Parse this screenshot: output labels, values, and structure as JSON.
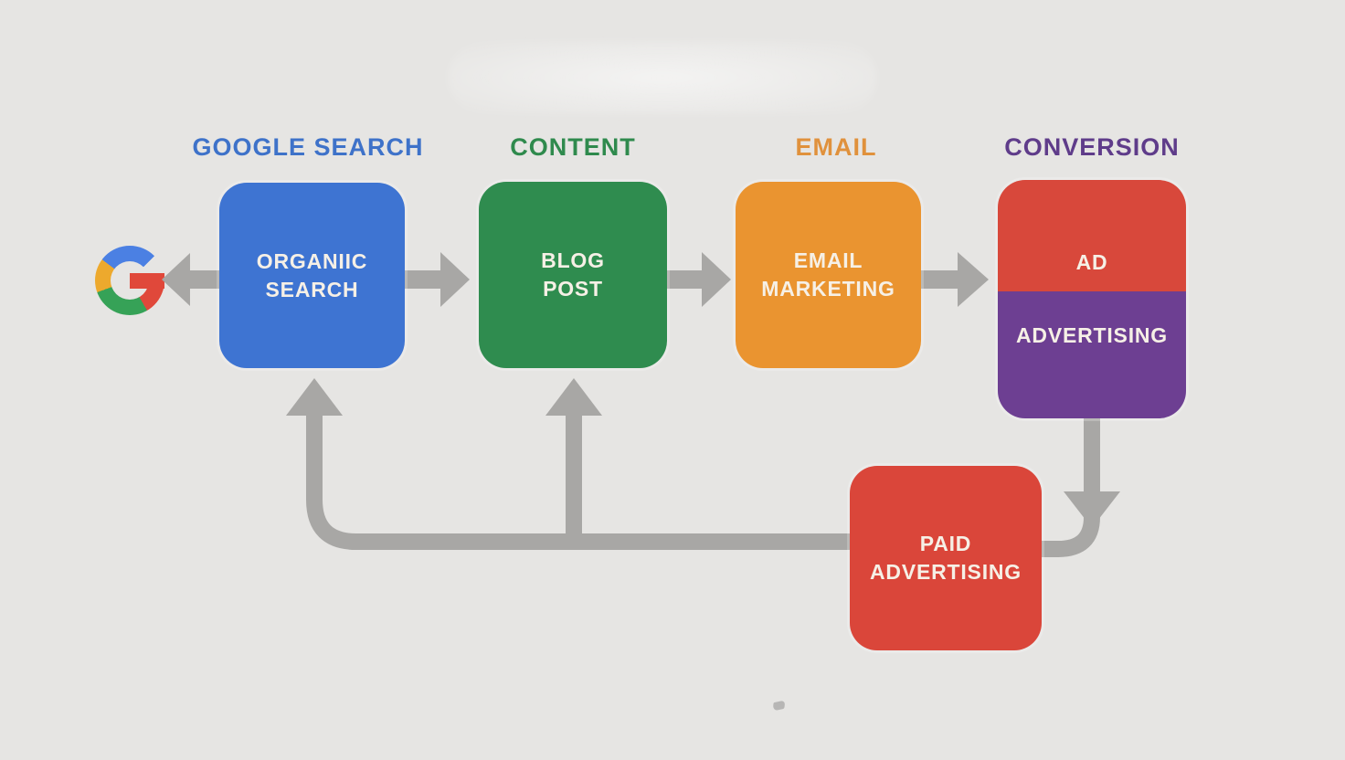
{
  "canvas": {
    "background": "#e6e5e3"
  },
  "headers": {
    "google_search": {
      "label": "GOOGLE SEARCH",
      "color": "#3e72c9"
    },
    "content": {
      "label": "CONTENT",
      "color": "#2f8a4d"
    },
    "email": {
      "label": "EMAIL",
      "color": "#e0913c"
    },
    "conversion": {
      "label": "CONVERSION",
      "color": "#5f3c8a"
    }
  },
  "boxes": {
    "organic": {
      "line1": "ORGANIIC",
      "line2": "SEARCH",
      "color": "#3e74d2"
    },
    "blog": {
      "line1": "BLOG",
      "line2": "POST",
      "color": "#2f8c4f"
    },
    "email": {
      "line1": "EMAIL",
      "line2": "MARKETING",
      "color": "#ea9430"
    },
    "conversion": {
      "ad_label": "AD",
      "ad_color": "#d8483b",
      "advertising_label": "ADVERTISING",
      "advertising_color": "#6d3f92"
    },
    "paid": {
      "line1": "PAID",
      "line2": "ADVERTISING",
      "color": "#da463a"
    }
  },
  "google_logo": {
    "blue": "#4b80e3",
    "red": "#e0483a",
    "yellow": "#eda92d",
    "green": "#36a257"
  },
  "connectors": {
    "color": "#a8a7a5"
  },
  "box_text_color": "#f6f0e6"
}
